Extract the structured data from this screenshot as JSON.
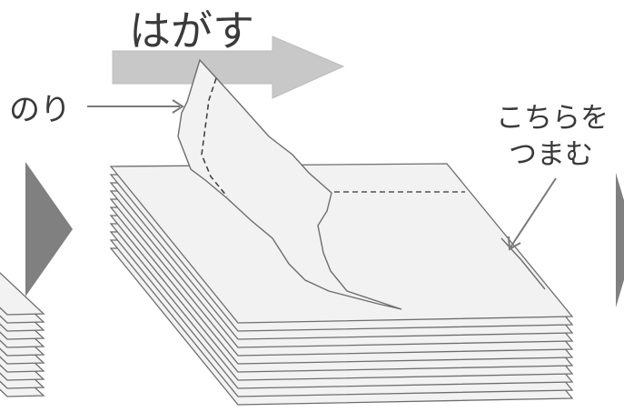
{
  "labels": {
    "peel": "はがす",
    "glue": "のり",
    "pinch_line1": "こちらを",
    "pinch_line2": "つまむ"
  },
  "colors": {
    "sheet_fill": "#f2f2f2",
    "sheet_stroke": "#6e6e6e",
    "arrow_fill": "#c8c8c8",
    "arrow_stroke": "#bcbcbc",
    "side_triangle": "#808080",
    "text": "#3a3a3a"
  },
  "icons": {
    "peel_arrow": "right-arrow-icon",
    "glue_pointer": "pointer-arrow-icon",
    "pinch_pointer": "pointer-arrow-icon",
    "prev_nav": "triangle-right-icon",
    "next_nav": "triangle-right-icon"
  }
}
